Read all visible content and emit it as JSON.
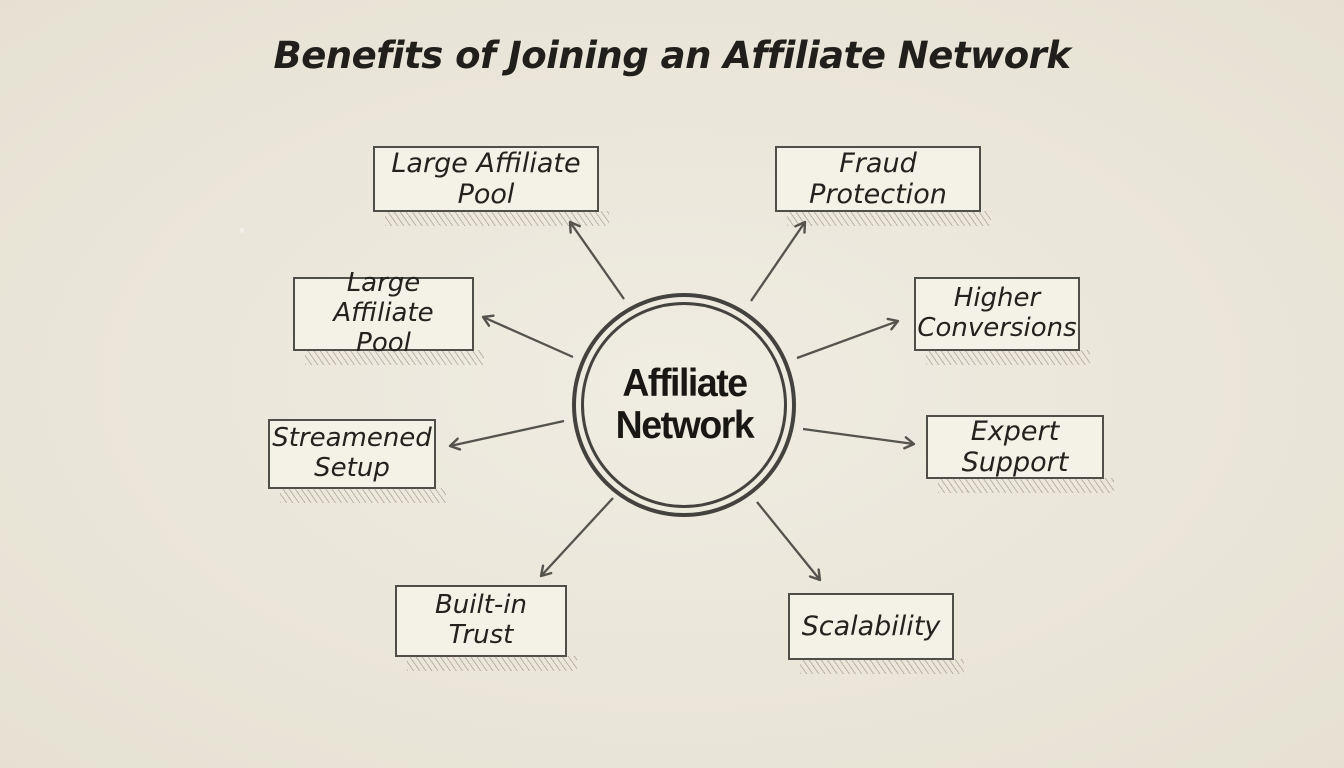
{
  "title": "Benefits of Joining an Affiliate Network",
  "center": {
    "label": "Affiliate Network"
  },
  "nodes": [
    {
      "id": "large-affiliate-pool-top",
      "label": "Large Affiliate Pool"
    },
    {
      "id": "fraud-protection",
      "label": "Fraud Protection"
    },
    {
      "id": "large-affiliate-pool-left",
      "label": "Large Affiliate Pool"
    },
    {
      "id": "higher-conversions",
      "label": "Higher Conversions"
    },
    {
      "id": "streamened-setup",
      "label": "Streamened Setup"
    },
    {
      "id": "expert-support",
      "label": "Expert Support"
    },
    {
      "id": "built-in-trust",
      "label": "Built-in Trust"
    },
    {
      "id": "scalability",
      "label": "Scalability"
    }
  ],
  "colors": {
    "background": "#ece8db",
    "node_fill": "#f4f1e6",
    "stroke": "#504e48",
    "arrow": "#55534d",
    "text": "#23221f"
  }
}
